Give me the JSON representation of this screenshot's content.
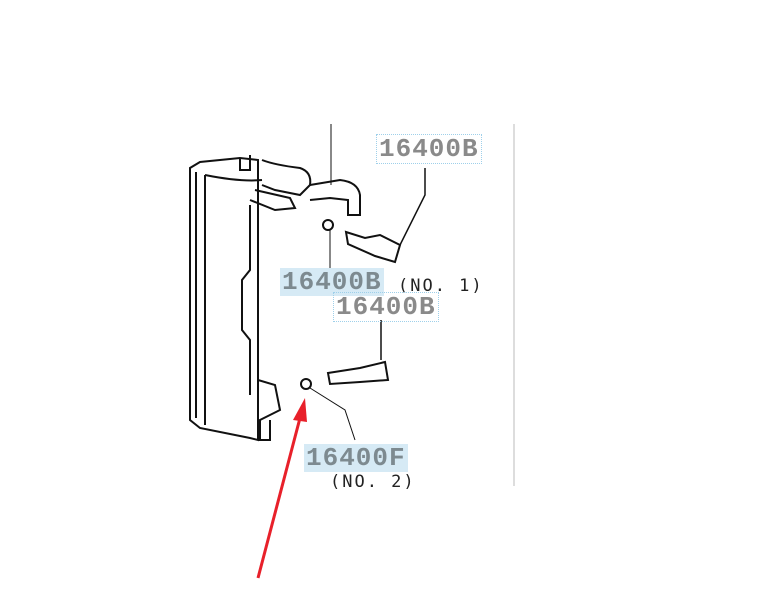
{
  "diagram": {
    "callouts": [
      {
        "part_number": "16400B"
      },
      {
        "part_number": "16400B",
        "note": "(NO. 1)"
      },
      {
        "part_number": "16400B"
      },
      {
        "part_number": "16400F",
        "note": "(NO. 2)"
      }
    ],
    "annotation_arrow_color": "#e8202a"
  }
}
